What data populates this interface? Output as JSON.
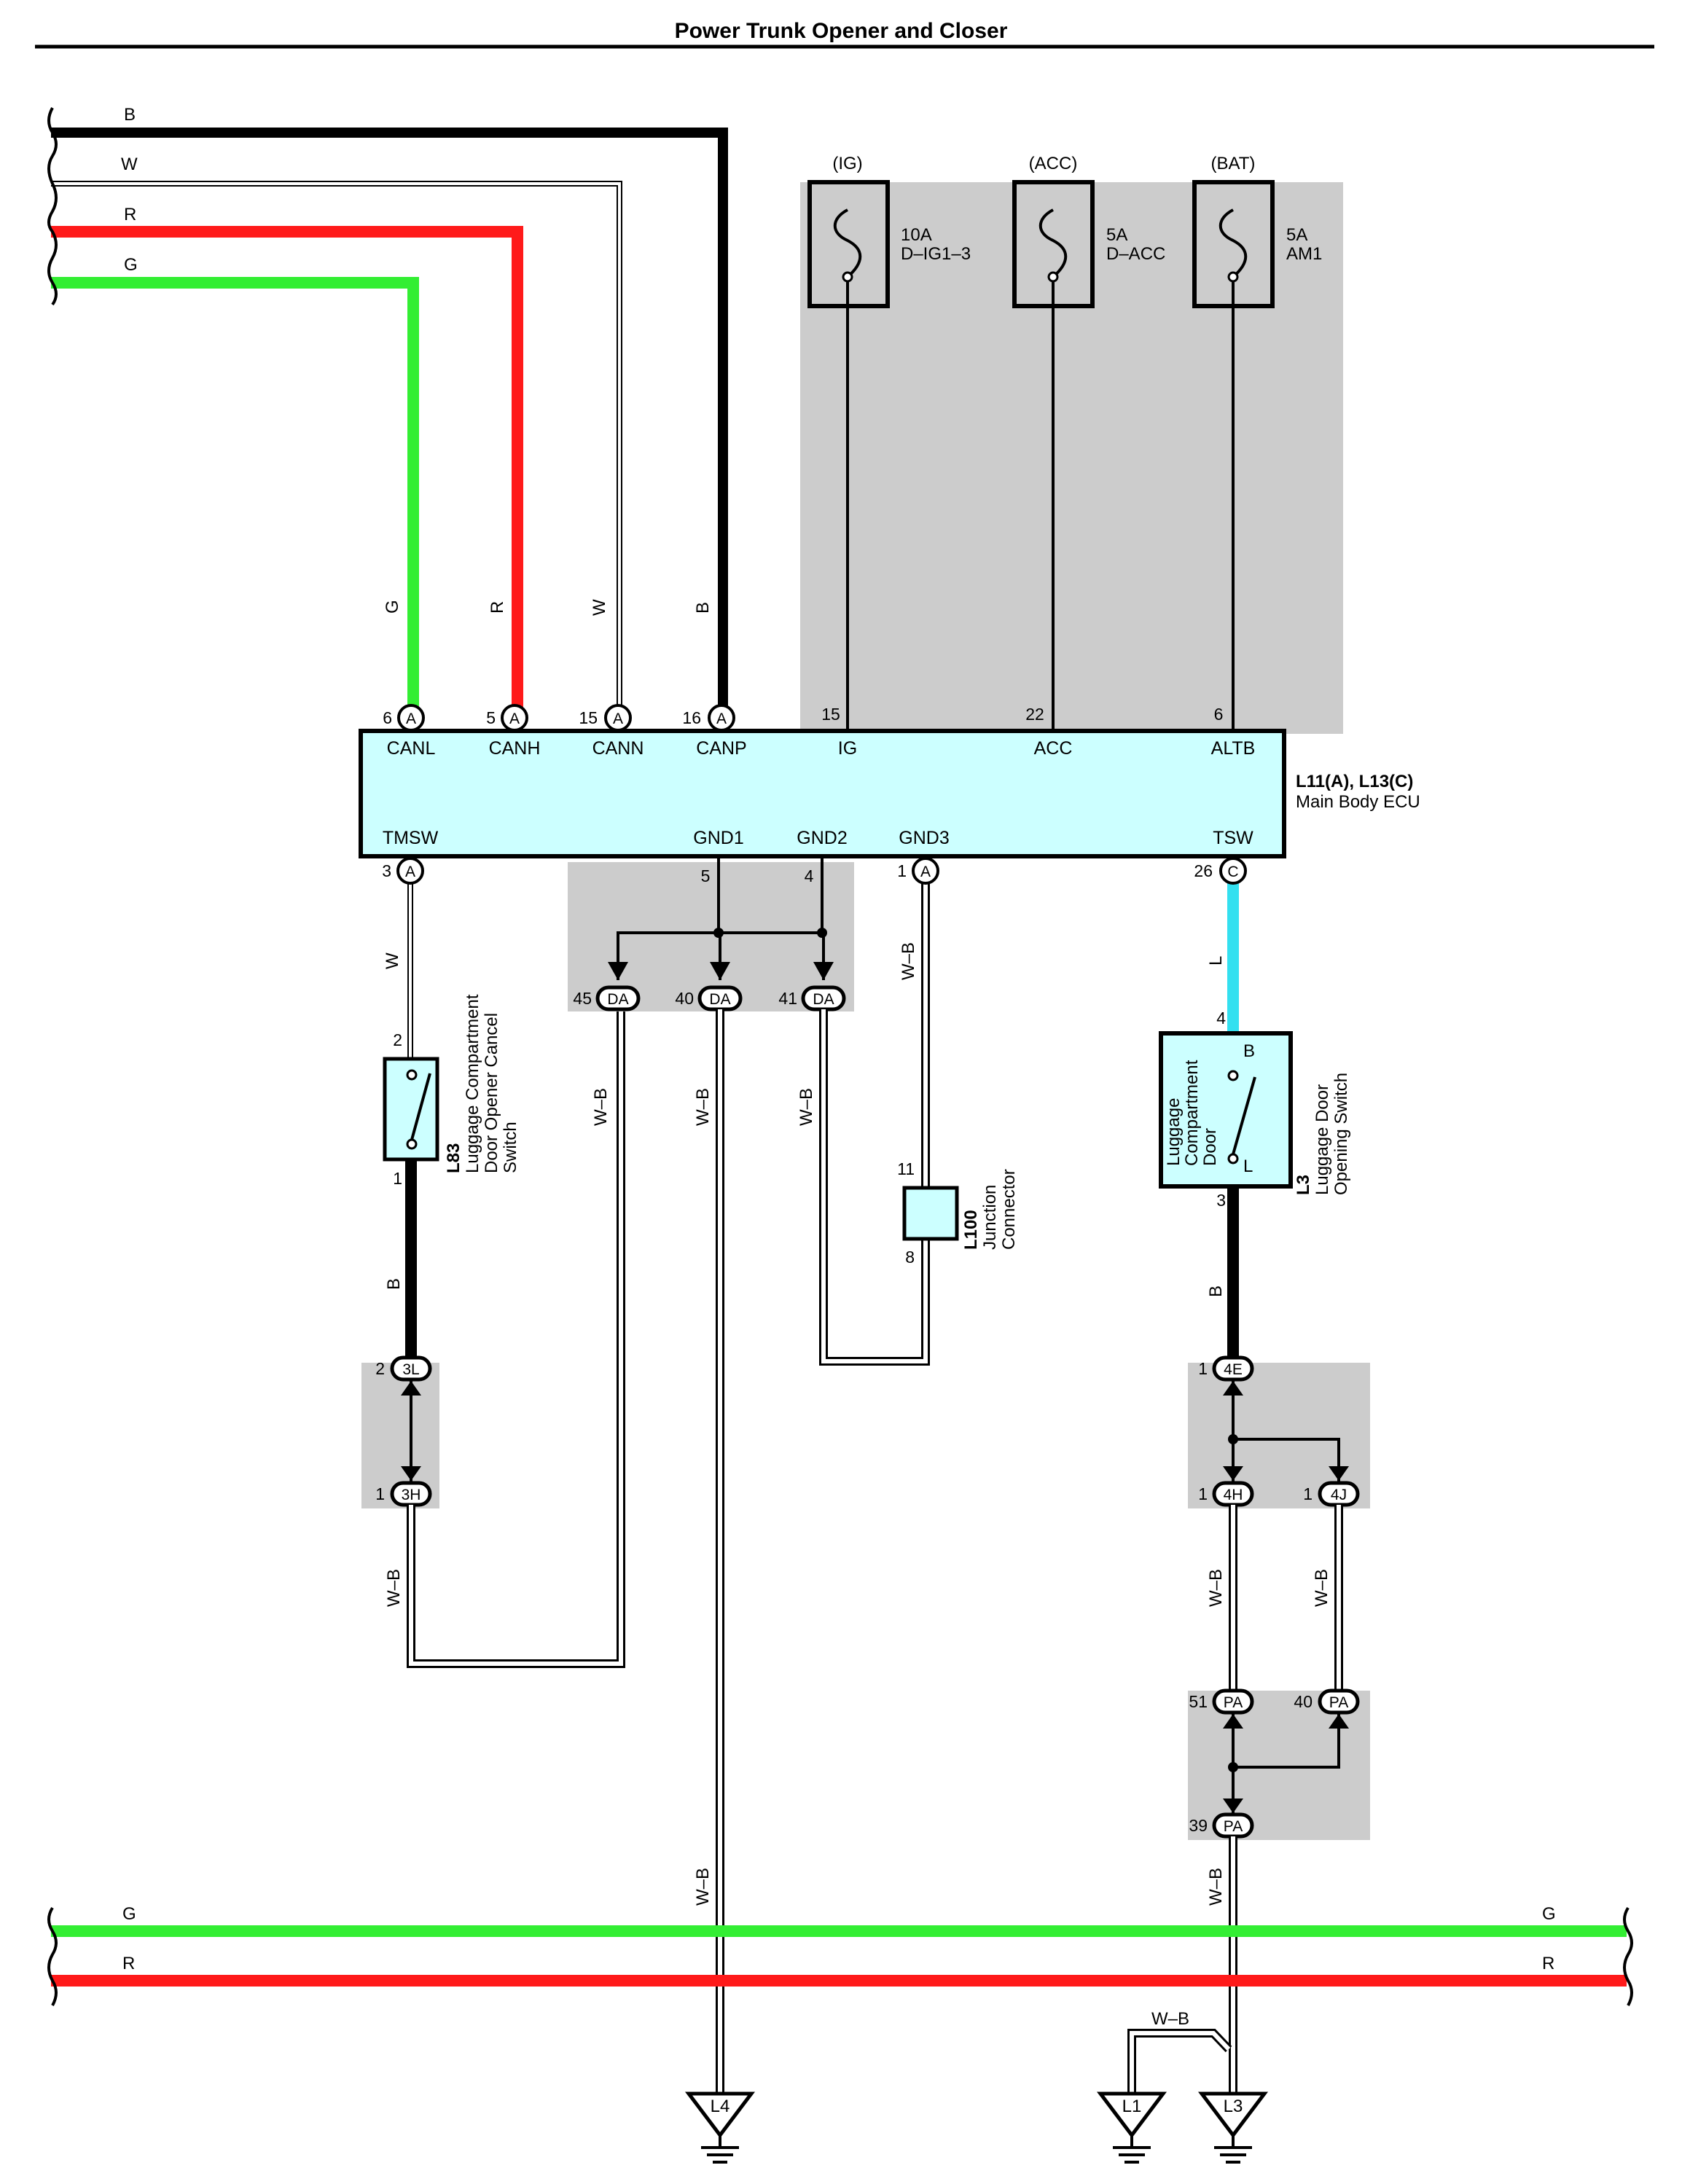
{
  "title": "Power Trunk Opener and Closer",
  "colors": {
    "black": "#000000",
    "white_wire": "#ffffff",
    "red": "#ff1a1a",
    "green": "#33ee33",
    "light_blue": "#33e0f0",
    "ecu_fill": "#ccffff",
    "shade": "#cccccc"
  },
  "top_wires": {
    "b": "B",
    "w": "W",
    "r": "R",
    "g": "G"
  },
  "bottom_wires": {
    "g": "G",
    "r": "R"
  },
  "fuses": [
    {
      "source": "(IG)",
      "rating": "10A",
      "name": "D–IG1–3"
    },
    {
      "source": "(ACC)",
      "rating": "5A",
      "name": "D–ACC"
    },
    {
      "source": "(BAT)",
      "rating": "5A",
      "name": "AM1"
    }
  ],
  "ecu": {
    "code": "L11(A), L13(C)",
    "name": "Main Body ECU",
    "top_pins": [
      {
        "num": "6",
        "conn": "A",
        "name": "CANL",
        "wire": "G"
      },
      {
        "num": "5",
        "conn": "A",
        "name": "CANH",
        "wire": "R"
      },
      {
        "num": "15",
        "conn": "A",
        "name": "CANN",
        "wire": "W"
      },
      {
        "num": "16",
        "conn": "A",
        "name": "CANP",
        "wire": "B"
      },
      {
        "num": "15",
        "name": "IG"
      },
      {
        "num": "22",
        "name": "ACC"
      },
      {
        "num": "6",
        "name": "ALTB"
      }
    ],
    "bottom_pins": [
      {
        "num": "3",
        "conn": "A",
        "name": "TMSW"
      },
      {
        "num": "5",
        "name": "GND1"
      },
      {
        "num": "4",
        "name": "GND2"
      },
      {
        "num": "1",
        "conn": "A",
        "name": "GND3"
      },
      {
        "num": "26",
        "conn": "C",
        "name": "TSW"
      }
    ]
  },
  "da_connectors": [
    {
      "num": "45",
      "label": "DA"
    },
    {
      "num": "40",
      "label": "DA"
    },
    {
      "num": "41",
      "label": "DA"
    }
  ],
  "wire_labels": {
    "tmsw": "W",
    "da45": "W–B",
    "da40": "W–B",
    "da41": "W–B",
    "gnd3": "W–B",
    "tsw": "L",
    "l83_out": "B",
    "l3h_out": "W–B",
    "l3_out": "B",
    "l4h_out": "W–B",
    "l4j_out": "W–B",
    "pa39_out": "W–B",
    "l4_ground": "W–B",
    "l1_l3_jumper": "W–B"
  },
  "l83": {
    "code": "L83",
    "line1": "Luggage Compartment",
    "line2": "Door Opener Cancel",
    "line3": "Switch",
    "pin_top": "2",
    "pin_bottom": "1"
  },
  "l100": {
    "code": "L100",
    "line1": "Junction",
    "line2": "Connector",
    "pin_top": "11",
    "pin_bottom": "8"
  },
  "l3": {
    "code": "L3",
    "line1": "Luggage Door",
    "line2": "Opening Switch",
    "inner1": "Luggage",
    "inner2": "Compartment",
    "inner3": "Door",
    "pin_b": "B",
    "pin_l": "L",
    "pin_top": "4",
    "pin_bottom": "3"
  },
  "junctions": {
    "c3l": {
      "num": "2",
      "label": "3L"
    },
    "c3h": {
      "num": "1",
      "label": "3H"
    },
    "c4e": {
      "num": "1",
      "label": "4E"
    },
    "c4h": {
      "num": "1",
      "label": "4H"
    },
    "c4j": {
      "num": "1",
      "label": "4J"
    },
    "pa51": {
      "num": "51",
      "label": "PA"
    },
    "pa40": {
      "num": "40",
      "label": "PA"
    },
    "pa39": {
      "num": "39",
      "label": "PA"
    }
  },
  "grounds": {
    "l4": "L4",
    "l1": "L1",
    "l3": "L3"
  }
}
